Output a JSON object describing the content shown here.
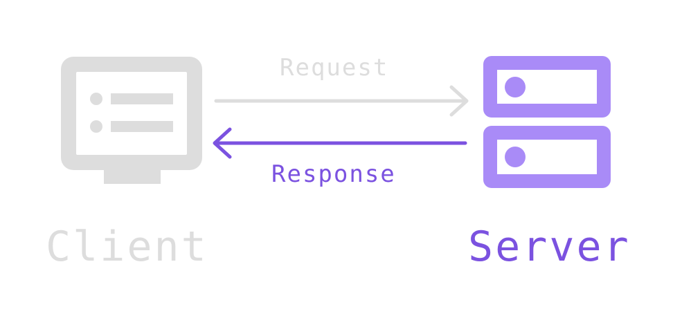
{
  "colors": {
    "inactive": "#dddddd",
    "accent": "#7b52e0",
    "accent_light": "#a98bf7"
  },
  "labels": {
    "request": "Request",
    "response": "Response",
    "client": "Client",
    "server": "Server"
  },
  "icons": {
    "client": "monitor-list-icon",
    "server": "server-rack-icon"
  }
}
